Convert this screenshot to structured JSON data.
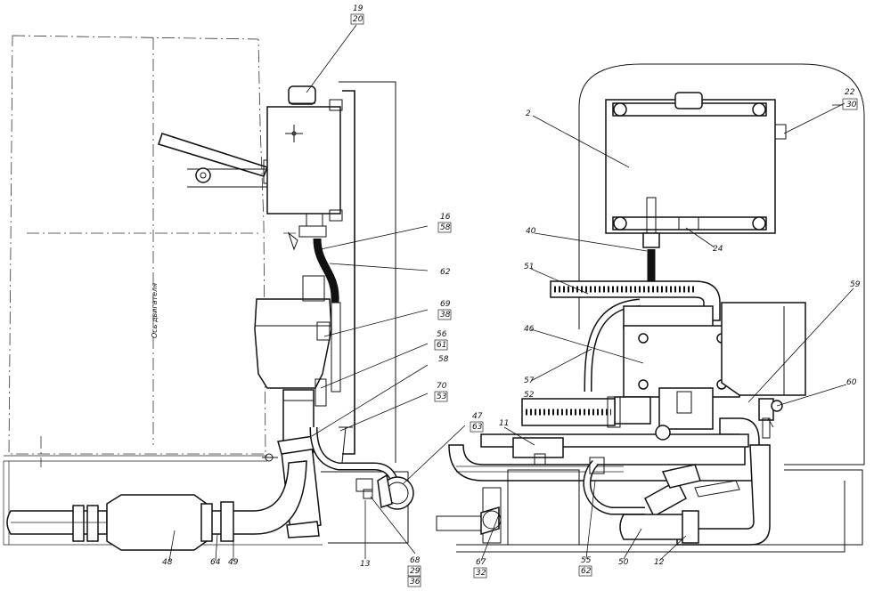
{
  "axis_label": "Ось двигателя",
  "callouts": {
    "c19": "19",
    "c20": "20",
    "c16": "16",
    "c58a": "58",
    "c62": "62",
    "c69": "69",
    "c38": "38",
    "c56": "56",
    "c61": "61",
    "c58b": "58",
    "c70": "70",
    "c53": "53",
    "c47": "47",
    "c63": "63",
    "c48": "48",
    "c64": "64",
    "c49": "49",
    "c13": "13",
    "c68": "68",
    "c29": "29",
    "c36": "36",
    "c2": "2",
    "c22": "22",
    "c30": "30",
    "c40": "40",
    "c24": "24",
    "c51": "51",
    "c59": "59",
    "c46": "46",
    "c57": "57",
    "c52": "52",
    "c60": "60",
    "c11": "11",
    "c67": "67",
    "c32": "32",
    "c55": "55",
    "c62b": "62",
    "c50": "50",
    "c12": "12"
  }
}
